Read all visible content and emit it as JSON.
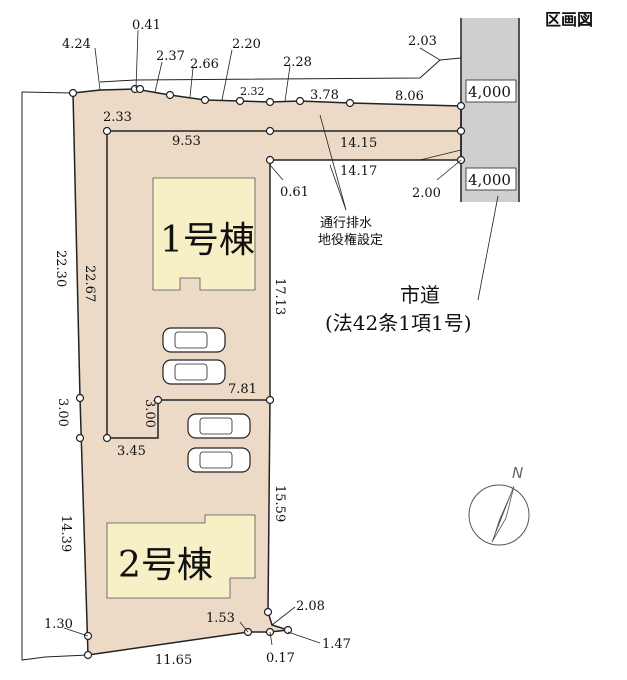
{
  "title": "区画図",
  "buildings": {
    "b1": "1号棟",
    "b2": "2号棟"
  },
  "road": {
    "name": "市道",
    "classification": "(法42条1項1号)",
    "width_top": "4,000",
    "width_bottom": "4,000"
  },
  "easement": {
    "line1": "通行排水",
    "line2": "地役権設定"
  },
  "compass": {
    "north": "N"
  },
  "dimensions": {
    "d424": "4.24",
    "d041": "0.41",
    "d237": "2.37",
    "d266": "2.66",
    "d220": "2.20",
    "d232": "2.32",
    "d228": "2.28",
    "d378": "3.78",
    "d806": "8.06",
    "d203": "2.03",
    "d233": "2.33",
    "d953": "9.53",
    "d1415": "14.15",
    "d1417": "14.17",
    "d061": "0.61",
    "d200": "2.00",
    "d2230": "22.30",
    "d2267": "22.67",
    "d1713": "17.13",
    "d781": "7.81",
    "d300a": "3.00",
    "d300b": "3.00",
    "d345": "3.45",
    "d1559": "15.59",
    "d1439": "14.39",
    "d130": "1.30",
    "d153": "1.53",
    "d208": "2.08",
    "d147": "1.47",
    "d017": "0.17",
    "d1165": "11.65"
  },
  "colors": {
    "lot_fill": "#ecd9c6",
    "road_fill": "#cfcfcf",
    "line": "#222222"
  }
}
